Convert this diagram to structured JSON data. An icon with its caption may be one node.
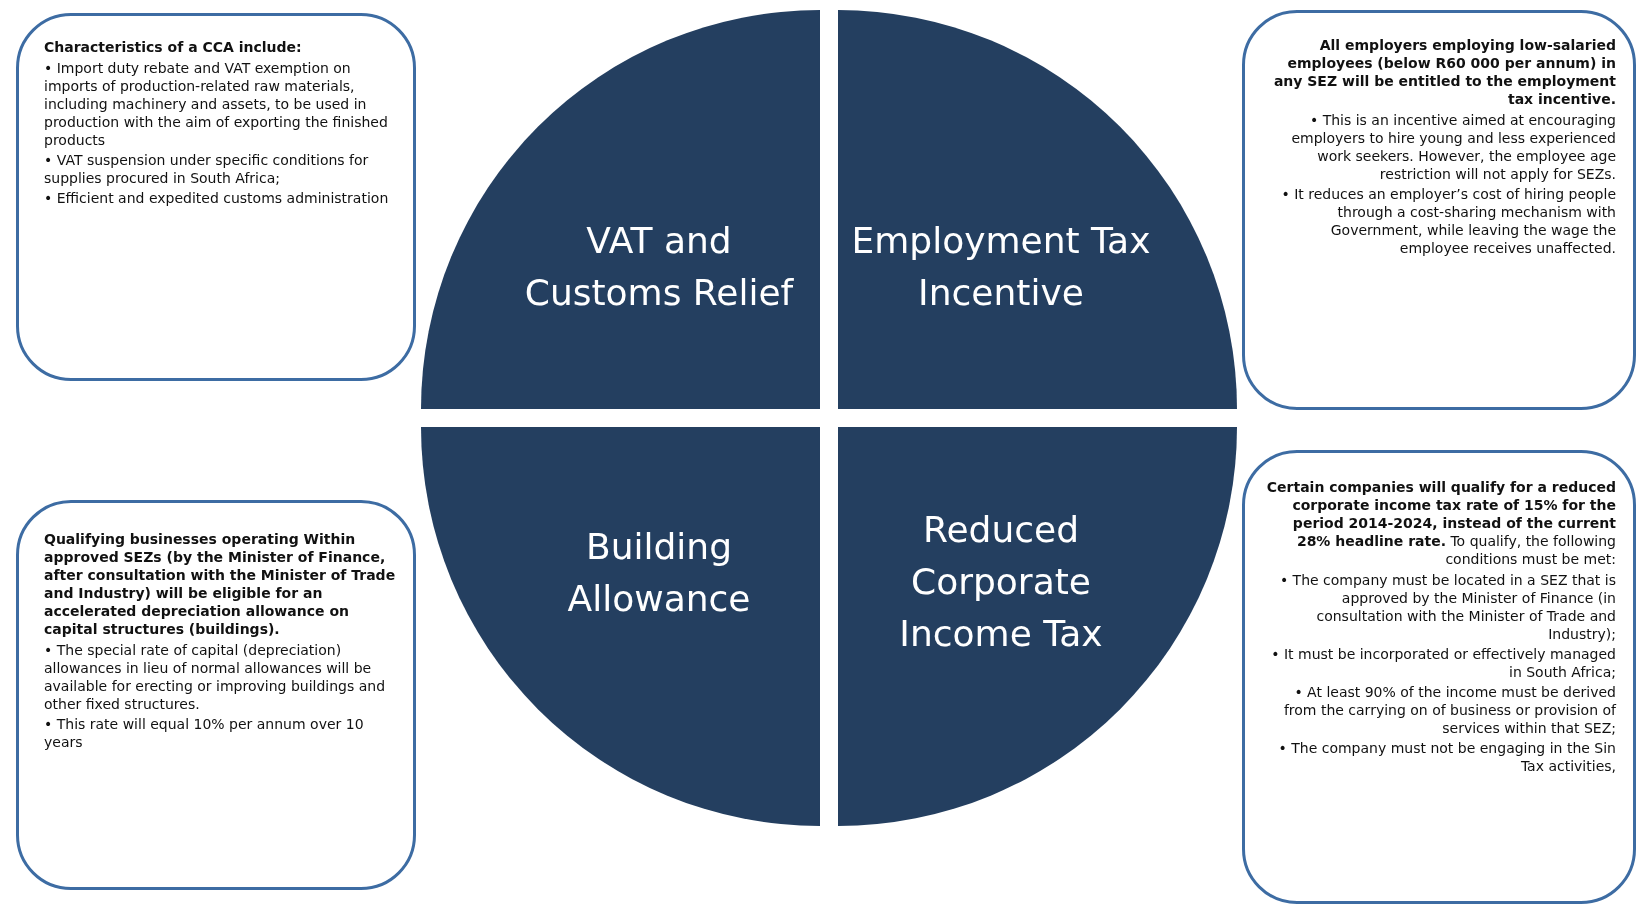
{
  "diagram": {
    "nodes": [
      {
        "text": [
          "VAT and Customs Relief"
        ]
      },
      {
        "text": [
          "Employment Tax Incentive"
        ]
      },
      {
        "text": [
          "Building Allowance"
        ]
      },
      {
        "text": [
          "Reduced Corporate Income Tax"
        ]
      },
      {
        "text": [
          "Characteristics of a CCA include:",
          "• Import duty rebate and VAT exemption on imports of production-related raw materials, including machinery and assets, to be used in production with the aim of exporting the finished products",
          "• VAT suspension under specific conditions for supplies procured in South Africa;",
          "• Efficient and expedited customs administration"
        ]
      },
      {
        "text": [
          "All employers employing low-salaried employees (below R60 000 per annum) in any SEZ will be entitled to the employment tax incentive.",
          "• This is an incentive aimed at encouraging employers to hire young and less experienced work seekers. However, the employee age restriction will not apply for SEZs.",
          "• It reduces an employer’s cost of hiring people through a cost-sharing mechanism with Government, while leaving the wage the employee receives unaffected."
        ]
      },
      {
        "text": [
          "Qualifying businesses operating Within approved SEZs (by the Minister of Finance, after consultation with the Minister of Trade and Industry) will be eligible for an accelerated depreciation allowance on capital structures (buildings).",
          "• The special rate of capital (depreciation) allowances in lieu of normal allowances will be available for erecting or improving buildings and other fixed structures.",
          "• This rate will equal 10% per annum over 10 years"
        ]
      },
      {
        "text": [
          "**Certain companies will qualify for a reduced corporate income tax rate of 15% for the period 2014-2024, instead of the current 28% headline rate.** To qualify, the following conditions must be met:",
          "• The company must be located in a SEZ that is approved by the Minister of Finance (in consultation with the Minister of Trade and Industry);",
          "• It must be incorporated or effectively managed in South Africa;",
          "• At least 90% of the income must be derived from the carrying on of business or provision of services within that SEZ;",
          "• The company must not be engaging in the Sin Tax activities,"
        ]
      }
    ],
    "edges": []
  }
}
